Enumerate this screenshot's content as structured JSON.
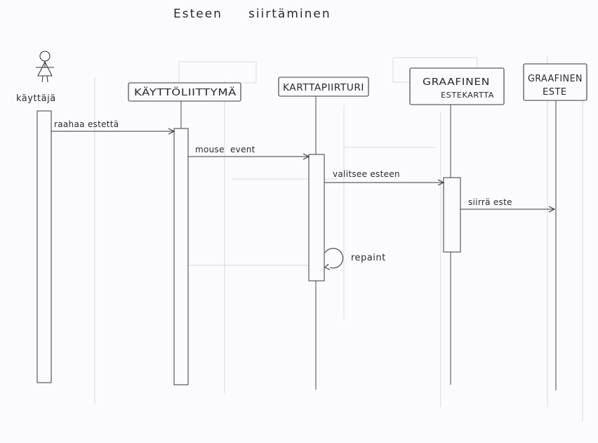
{
  "diagram": {
    "title": "Esteen     siirtäminen",
    "actor": {
      "label": "käyttäjä"
    },
    "participants": [
      {
        "id": "ui",
        "label": "KÄYTTÖLIITTYMÄ"
      },
      {
        "id": "kp",
        "label": "KARTTAPIIRTURI"
      },
      {
        "id": "gek_line1",
        "label": "GRAAFINEN"
      },
      {
        "id": "gek_line2",
        "label": "ESTEKARTTA"
      },
      {
        "id": "ge_line1",
        "label": "GRAAFINEN"
      },
      {
        "id": "ge_line2",
        "label": "ESTE"
      }
    ],
    "messages": [
      {
        "from": "käyttäjä",
        "to": "KÄYTTÖLIITTYMÄ",
        "label": "raahaa estettä"
      },
      {
        "from": "KÄYTTÖLIITTYMÄ",
        "to": "KARTTAPIIRTURI",
        "label": "mouse  event"
      },
      {
        "from": "KARTTAPIIRTURI",
        "to": "GRAAFINEN ESTEKARTTA",
        "label": "valitsee esteen"
      },
      {
        "from": "GRAAFINEN ESTEKARTTA",
        "to": "GRAAFINEN ESTE",
        "label": "siirrä este"
      },
      {
        "from": "KARTTAPIIRTURI",
        "to": "KARTTAPIIRTURI",
        "label": "repaint"
      }
    ]
  }
}
